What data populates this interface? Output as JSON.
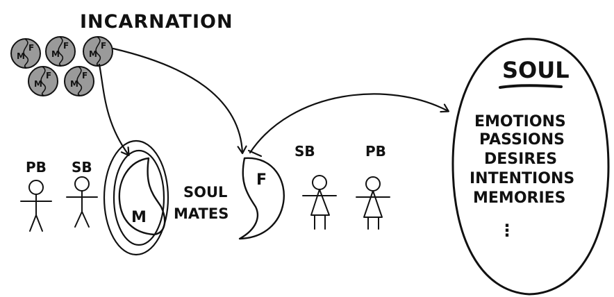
{
  "title": "INCARNATION",
  "incarnation_orb": {
    "male": "M",
    "female": "F"
  },
  "male_soul": "M",
  "female_soul": "F",
  "soul_mates": [
    "SOUL",
    "MATES"
  ],
  "left_figures": [
    {
      "label": "PB"
    },
    {
      "label": "SB"
    }
  ],
  "right_figures": [
    {
      "label": "SB"
    },
    {
      "label": "PB"
    }
  ],
  "soul": {
    "title": "SOUL",
    "items": [
      "EMOTIONS",
      "PASSIONS",
      "DESIRES",
      "INTENTIONS",
      "MEMORIES"
    ],
    "more": "⋮"
  },
  "colors": {
    "ink": "#111111",
    "orb_fill": "#9a9a9a",
    "background": "#ffffff"
  }
}
